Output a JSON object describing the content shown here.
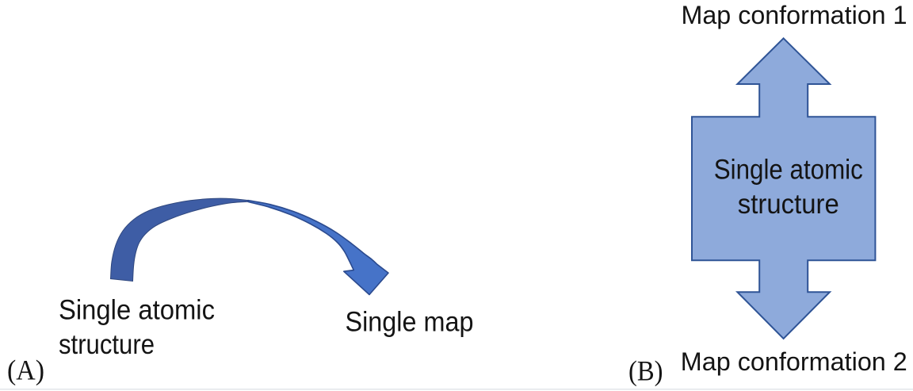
{
  "figure": {
    "panel_a": {
      "label": "(A)",
      "source_line1": "Single atomic",
      "source_line2": "structure",
      "target_label": "Single map"
    },
    "panel_b": {
      "label": "(B)",
      "top_label": "Map conformation 1",
      "center_line1": "Single atomic",
      "center_line2": "structure",
      "bottom_label": "Map conformation 2"
    },
    "colors": {
      "background": "#FFFFFF",
      "text": "#141414",
      "arrow_dark": "#3E5DA5",
      "arrow_dark_outline": "#30487E",
      "arrow_light": "#4673C8",
      "arrow_outline": "#2B4A8E",
      "shape_fill": "#8EAADB",
      "shape_outline": "#2F5496",
      "divider": "#D3D8DF"
    }
  }
}
